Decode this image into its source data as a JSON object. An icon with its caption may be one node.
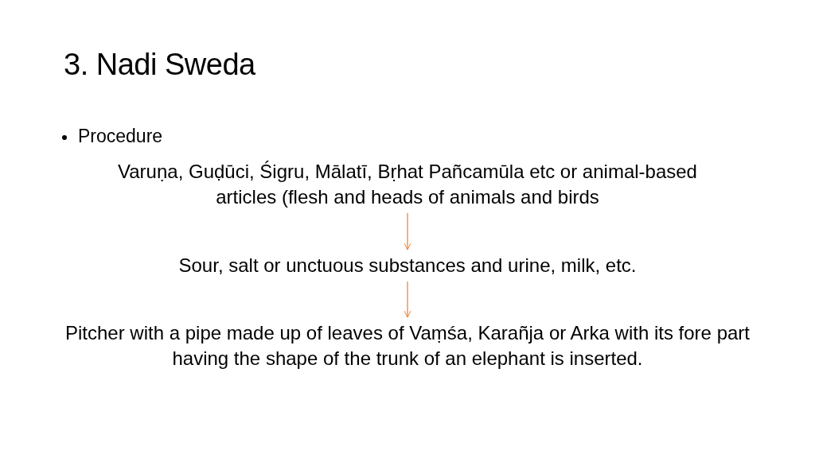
{
  "diagram": {
    "title": "3. Nadi Sweda",
    "nodes": [
      {
        "text": [
          "Varuṇa, Guḍūci, Śigru, Mālatī, Bṛhat Pañcamūla etc or animal-based articles (flesh and heads of animals and birds"
        ]
      },
      {
        "text": [
          "Sour, salt or unctuous substances and urine, milk, etc."
        ]
      },
      {
        "text": [
          "Pitcher with a pipe made up of leaves of Vaṃśa, Karañja or Arka with its fore part having the shape of the trunk of an elephant is inserted."
        ]
      }
    ],
    "edges": [
      {
        "from": 0,
        "to": 1,
        "arrow": "to",
        "color": "#ed7d31"
      },
      {
        "from": 1,
        "to": 2,
        "arrow": "to",
        "color": "#ed7d31"
      }
    ],
    "labels": [
      "Procedure"
    ]
  }
}
